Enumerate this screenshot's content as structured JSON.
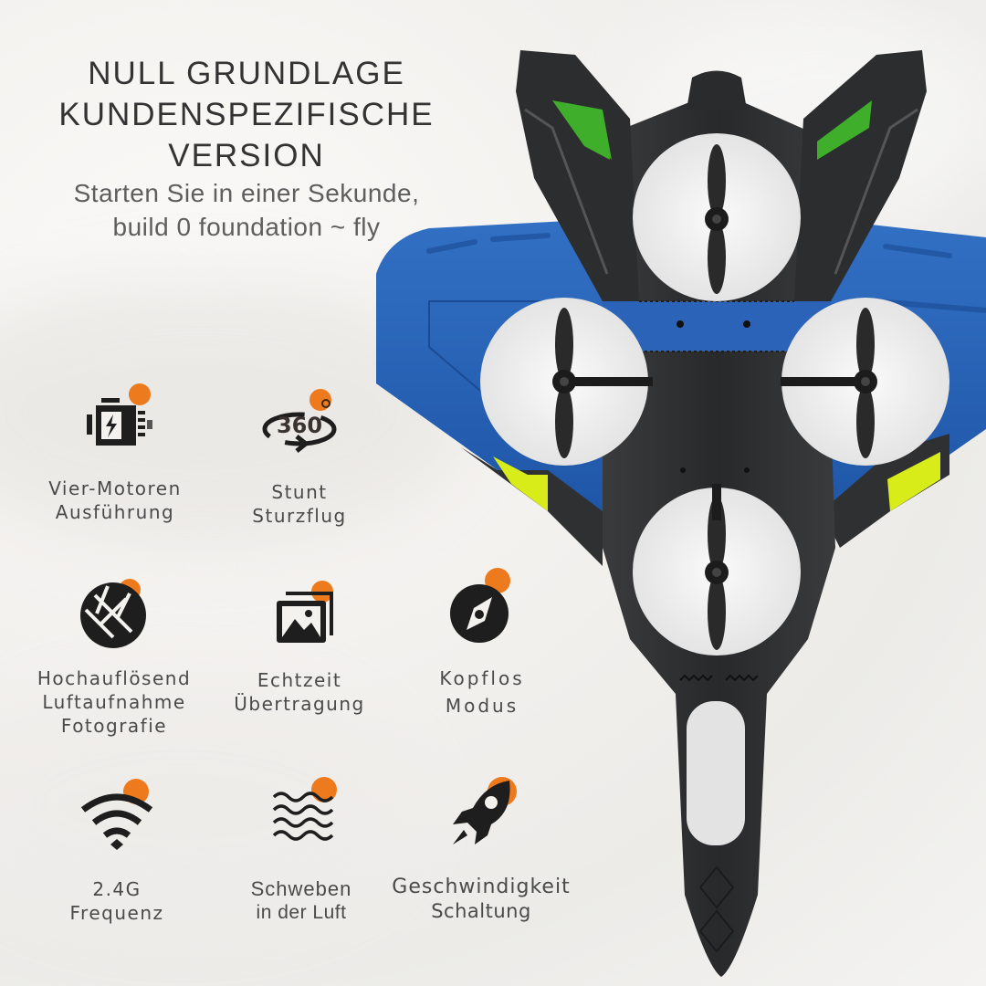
{
  "headline": {
    "title_lines": [
      "NULL GRUNDLAGE",
      "KUNDENSPEZIFISCHE",
      "VERSION"
    ],
    "subtitle_lines": [
      "Starten Sie in einer Sekunde,",
      "build 0 foundation ~ fly"
    ]
  },
  "colors": {
    "accent_dot": "#ee7a1e",
    "icon_dark": "#1e1e1e",
    "text": "#4a4a4a",
    "drone_body": "#2e2f31",
    "drone_wing_blue": "#2a63b8",
    "drone_fin_green": "#3fae2a",
    "drone_tip_yellow": "#d8ec1a"
  },
  "features": [
    {
      "icon": "motor-icon",
      "lines": [
        "Vier-Motoren",
        "Ausführung"
      ]
    },
    {
      "icon": "rotate-360-icon",
      "icon_text": "360",
      "lines": [
        "Stunt",
        "Sturzflug"
      ]
    },
    {
      "icon": "aperture-icon",
      "lines": [
        "Hochauflösend",
        "Luftaufnahme",
        "Fotografie"
      ]
    },
    {
      "icon": "image-gallery-icon",
      "lines": [
        "Echtzeit",
        "Übertragung"
      ]
    },
    {
      "icon": "compass-icon",
      "lines": [
        "Kopflos",
        "Modus"
      ]
    },
    {
      "icon": "wifi-icon",
      "lines": [
        "2.4G",
        "Frequenz"
      ]
    },
    {
      "icon": "waves-icon",
      "lines": [
        "Schweben",
        "in der Luft"
      ]
    },
    {
      "icon": "rocket-icon",
      "lines": [
        "Geschwindigkeit",
        "Schaltung"
      ]
    }
  ]
}
